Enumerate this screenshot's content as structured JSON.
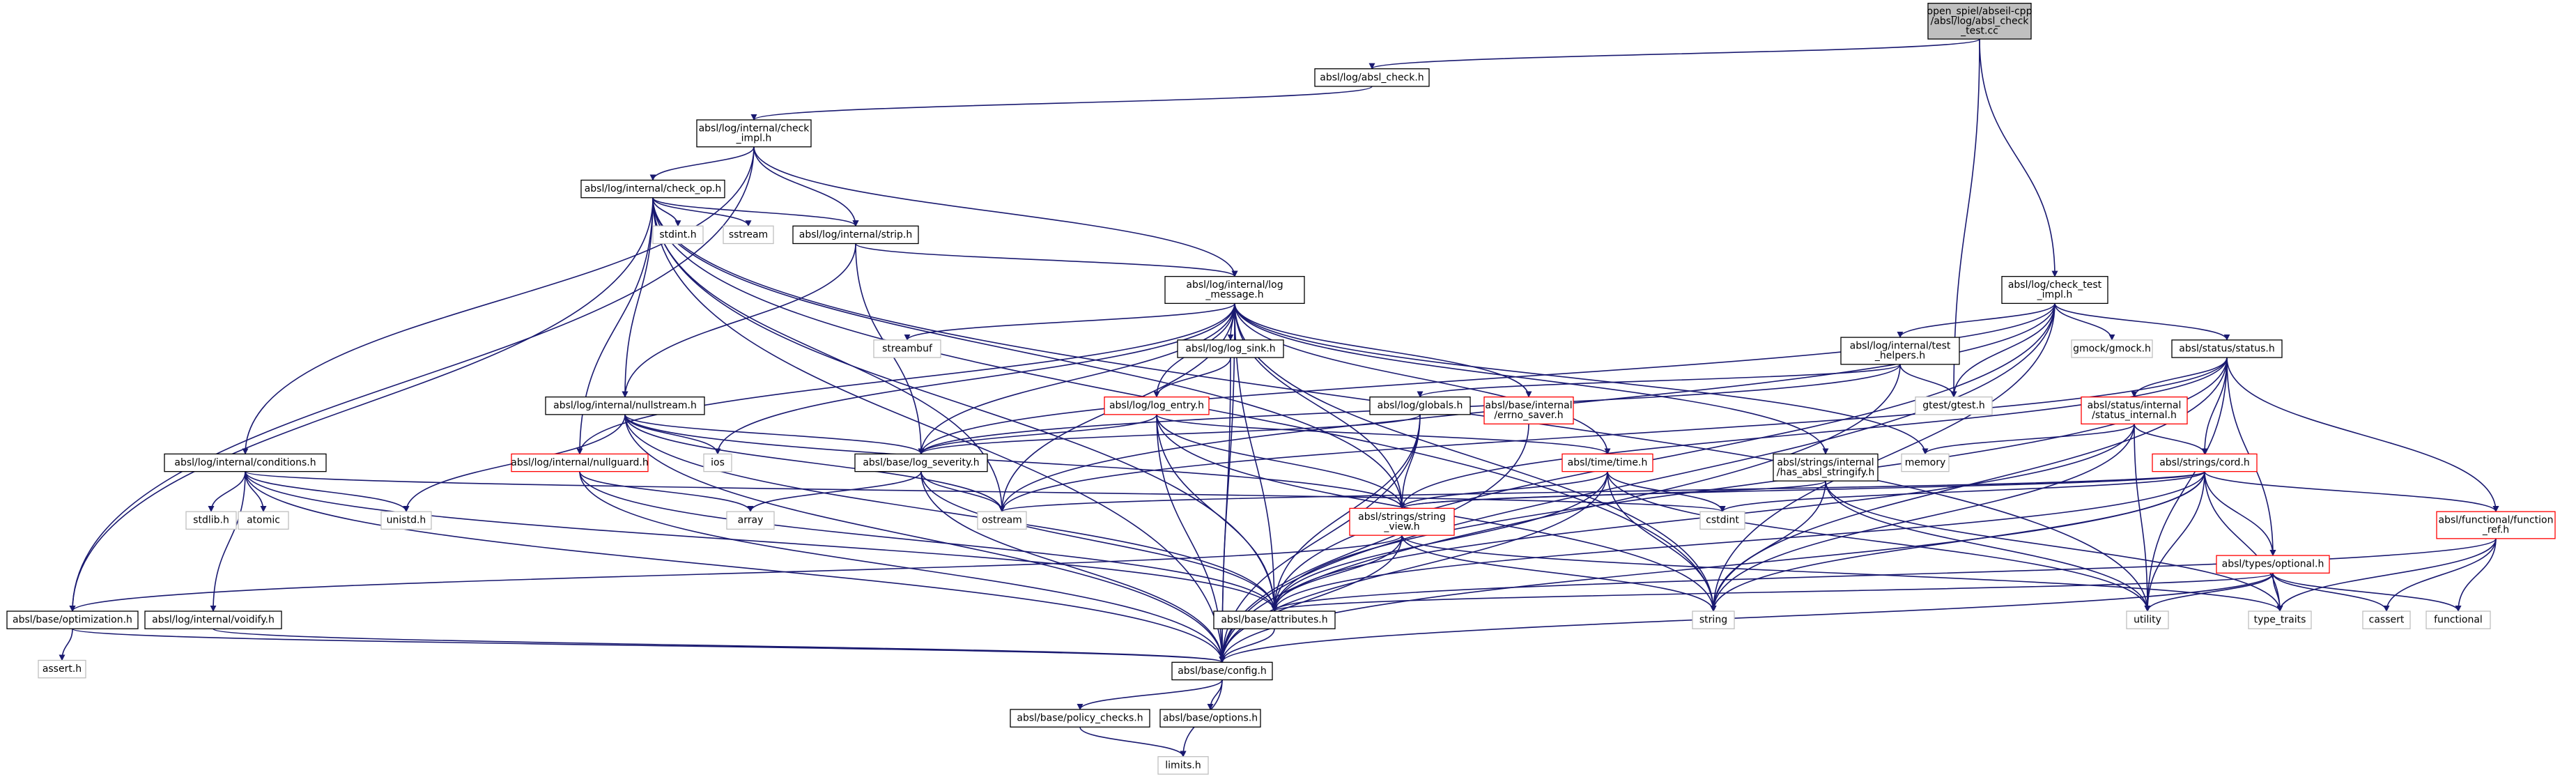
{
  "colors": {
    "edge": "#191970",
    "node_border_default": "#000000",
    "node_border_partial": "#ff0000",
    "node_border_external": "#bfbfbf",
    "root_fill": "#bfbfbf",
    "node_fill": "#ffffff"
  },
  "nodes": [
    {
      "id": "root",
      "lines": [
        "open_spiel/abseil-cpp",
        "/absl/log/absl_check",
        "_test.cc"
      ],
      "kind": "root"
    },
    {
      "id": "absl_check",
      "lines": [
        "absl/log/absl_check.h"
      ],
      "kind": "default"
    },
    {
      "id": "check_impl",
      "lines": [
        "absl/log/internal/check",
        "_impl.h"
      ],
      "kind": "default"
    },
    {
      "id": "check_op",
      "lines": [
        "absl/log/internal/check_op.h"
      ],
      "kind": "default"
    },
    {
      "id": "stdint",
      "lines": [
        "stdint.h"
      ],
      "kind": "external"
    },
    {
      "id": "sstream",
      "lines": [
        "sstream"
      ],
      "kind": "external"
    },
    {
      "id": "strip",
      "lines": [
        "absl/log/internal/strip.h"
      ],
      "kind": "default"
    },
    {
      "id": "log_message",
      "lines": [
        "absl/log/internal/log",
        "_message.h"
      ],
      "kind": "default"
    },
    {
      "id": "streambuf",
      "lines": [
        "streambuf"
      ],
      "kind": "external"
    },
    {
      "id": "log_sink",
      "lines": [
        "absl/log/log_sink.h"
      ],
      "kind": "default"
    },
    {
      "id": "log_entry",
      "lines": [
        "absl/log/log_entry.h"
      ],
      "kind": "partial"
    },
    {
      "id": "errno_saver",
      "lines": [
        "absl/base/internal",
        "/errno_saver.h"
      ],
      "kind": "partial"
    },
    {
      "id": "globals",
      "lines": [
        "absl/log/globals.h"
      ],
      "kind": "default"
    },
    {
      "id": "nullstream",
      "lines": [
        "absl/log/internal/nullstream.h"
      ],
      "kind": "default"
    },
    {
      "id": "nullguard",
      "lines": [
        "absl/log/internal/nullguard.h"
      ],
      "kind": "partial"
    },
    {
      "id": "ios",
      "lines": [
        "ios"
      ],
      "kind": "external"
    },
    {
      "id": "log_severity",
      "lines": [
        "absl/base/log_severity.h"
      ],
      "kind": "default"
    },
    {
      "id": "conditions",
      "lines": [
        "absl/log/internal/conditions.h"
      ],
      "kind": "default"
    },
    {
      "id": "stdlib",
      "lines": [
        "stdlib.h"
      ],
      "kind": "external"
    },
    {
      "id": "atomic",
      "lines": [
        "atomic"
      ],
      "kind": "external"
    },
    {
      "id": "unistd",
      "lines": [
        "unistd.h"
      ],
      "kind": "external"
    },
    {
      "id": "array",
      "lines": [
        "array"
      ],
      "kind": "external"
    },
    {
      "id": "ostream",
      "lines": [
        "ostream"
      ],
      "kind": "external"
    },
    {
      "id": "time",
      "lines": [
        "absl/time/time.h"
      ],
      "kind": "partial"
    },
    {
      "id": "has_stringify",
      "lines": [
        "absl/strings/internal",
        "/has_absl_stringify.h"
      ],
      "kind": "default"
    },
    {
      "id": "memory",
      "lines": [
        "memory"
      ],
      "kind": "external"
    },
    {
      "id": "string_view",
      "lines": [
        "absl/strings/string",
        "_view.h"
      ],
      "kind": "partial"
    },
    {
      "id": "cstdint",
      "lines": [
        "cstdint"
      ],
      "kind": "external"
    },
    {
      "id": "optimization",
      "lines": [
        "absl/base/optimization.h"
      ],
      "kind": "default"
    },
    {
      "id": "voidify",
      "lines": [
        "absl/log/internal/voidify.h"
      ],
      "kind": "default"
    },
    {
      "id": "assert",
      "lines": [
        "assert.h"
      ],
      "kind": "external"
    },
    {
      "id": "attributes",
      "lines": [
        "absl/base/attributes.h"
      ],
      "kind": "default"
    },
    {
      "id": "string",
      "lines": [
        "string"
      ],
      "kind": "external"
    },
    {
      "id": "config",
      "lines": [
        "absl/base/config.h"
      ],
      "kind": "default"
    },
    {
      "id": "policy_checks",
      "lines": [
        "absl/base/policy_checks.h"
      ],
      "kind": "default"
    },
    {
      "id": "options",
      "lines": [
        "absl/base/options.h"
      ],
      "kind": "default"
    },
    {
      "id": "limits",
      "lines": [
        "limits.h"
      ],
      "kind": "external"
    },
    {
      "id": "check_test_impl",
      "lines": [
        "absl/log/check_test",
        "_impl.h"
      ],
      "kind": "default"
    },
    {
      "id": "test_helpers",
      "lines": [
        "absl/log/internal/test",
        "_helpers.h"
      ],
      "kind": "default"
    },
    {
      "id": "gmock",
      "lines": [
        "gmock/gmock.h"
      ],
      "kind": "external"
    },
    {
      "id": "gtest",
      "lines": [
        "gtest/gtest.h"
      ],
      "kind": "external"
    },
    {
      "id": "status",
      "lines": [
        "absl/status/status.h"
      ],
      "kind": "default"
    },
    {
      "id": "status_internal",
      "lines": [
        "absl/status/internal",
        "/status_internal.h"
      ],
      "kind": "partial"
    },
    {
      "id": "cord",
      "lines": [
        "absl/strings/cord.h"
      ],
      "kind": "partial"
    },
    {
      "id": "optional",
      "lines": [
        "absl/types/optional.h"
      ],
      "kind": "partial"
    },
    {
      "id": "function_ref",
      "lines": [
        "absl/functional/function",
        "_ref.h"
      ],
      "kind": "partial"
    },
    {
      "id": "utility",
      "lines": [
        "utility"
      ],
      "kind": "external"
    },
    {
      "id": "type_traits",
      "lines": [
        "type_traits"
      ],
      "kind": "external"
    },
    {
      "id": "cassert",
      "lines": [
        "cassert"
      ],
      "kind": "external"
    },
    {
      "id": "functional",
      "lines": [
        "functional"
      ],
      "kind": "external"
    }
  ],
  "edges": [
    [
      "root",
      "absl_check"
    ],
    [
      "root",
      "gtest"
    ],
    [
      "root",
      "check_test_impl"
    ],
    [
      "absl_check",
      "check_impl"
    ],
    [
      "check_impl",
      "check_op"
    ],
    [
      "check_impl",
      "strip"
    ],
    [
      "check_impl",
      "conditions"
    ],
    [
      "check_impl",
      "optimization"
    ],
    [
      "check_impl",
      "log_message"
    ],
    [
      "check_op",
      "stdint"
    ],
    [
      "check_op",
      "sstream"
    ],
    [
      "check_op",
      "strip"
    ],
    [
      "check_op",
      "nullstream"
    ],
    [
      "check_op",
      "nullguard"
    ],
    [
      "check_op",
      "optimization"
    ],
    [
      "check_op",
      "attributes"
    ],
    [
      "check_op",
      "config"
    ],
    [
      "check_op",
      "ostream"
    ],
    [
      "check_op",
      "string"
    ],
    [
      "check_op",
      "string_view"
    ],
    [
      "check_op",
      "utility"
    ],
    [
      "strip",
      "log_message"
    ],
    [
      "strip",
      "nullstream"
    ],
    [
      "strip",
      "log_severity"
    ],
    [
      "log_message",
      "streambuf"
    ],
    [
      "log_message",
      "log_sink"
    ],
    [
      "log_message",
      "log_entry"
    ],
    [
      "log_message",
      "errno_saver"
    ],
    [
      "log_message",
      "nullguard"
    ],
    [
      "log_message",
      "ios"
    ],
    [
      "log_message",
      "log_severity"
    ],
    [
      "log_message",
      "ostream"
    ],
    [
      "log_message",
      "time"
    ],
    [
      "log_message",
      "has_stringify"
    ],
    [
      "log_message",
      "memory"
    ],
    [
      "log_message",
      "string_view"
    ],
    [
      "log_message",
      "attributes"
    ],
    [
      "log_message",
      "config"
    ],
    [
      "log_message",
      "string"
    ],
    [
      "log_sink",
      "log_entry"
    ],
    [
      "log_sink",
      "config"
    ],
    [
      "log_entry",
      "log_severity"
    ],
    [
      "log_entry",
      "string_view"
    ],
    [
      "log_entry",
      "attributes"
    ],
    [
      "log_entry",
      "config"
    ],
    [
      "log_entry",
      "time"
    ],
    [
      "log_entry",
      "string"
    ],
    [
      "errno_saver",
      "config"
    ],
    [
      "globals",
      "log_severity"
    ],
    [
      "globals",
      "string_view"
    ],
    [
      "globals",
      "attributes"
    ],
    [
      "globals",
      "config"
    ],
    [
      "nullstream",
      "ios"
    ],
    [
      "nullstream",
      "ostream"
    ],
    [
      "nullstream",
      "log_severity"
    ],
    [
      "nullstream",
      "unistd"
    ],
    [
      "nullstream",
      "attributes"
    ],
    [
      "nullstream",
      "config"
    ],
    [
      "nullstream",
      "string_view"
    ],
    [
      "nullguard",
      "array"
    ],
    [
      "nullguard",
      "attributes"
    ],
    [
      "nullguard",
      "config"
    ],
    [
      "log_severity",
      "array"
    ],
    [
      "log_severity",
      "ostream"
    ],
    [
      "log_severity",
      "attributes"
    ],
    [
      "log_severity",
      "config"
    ],
    [
      "conditions",
      "stdlib"
    ],
    [
      "conditions",
      "atomic"
    ],
    [
      "conditions",
      "unistd"
    ],
    [
      "conditions",
      "voidify"
    ],
    [
      "conditions",
      "attributes"
    ],
    [
      "conditions",
      "config"
    ],
    [
      "conditions",
      "cstdint"
    ],
    [
      "time",
      "string_view"
    ],
    [
      "time",
      "cstdint"
    ],
    [
      "time",
      "string"
    ],
    [
      "time",
      "attributes"
    ],
    [
      "time",
      "config"
    ],
    [
      "time",
      "utility"
    ],
    [
      "has_stringify",
      "string_view"
    ],
    [
      "has_stringify",
      "string"
    ],
    [
      "has_stringify",
      "type_traits"
    ],
    [
      "has_stringify",
      "utility"
    ],
    [
      "string_view",
      "optimization"
    ],
    [
      "string_view",
      "attributes"
    ],
    [
      "string_view",
      "config"
    ],
    [
      "string_view",
      "string"
    ],
    [
      "string_view",
      "type_traits"
    ],
    [
      "optimization",
      "assert"
    ],
    [
      "optimization",
      "config"
    ],
    [
      "voidify",
      "config"
    ],
    [
      "attributes",
      "config"
    ],
    [
      "config",
      "policy_checks"
    ],
    [
      "config",
      "options"
    ],
    [
      "config",
      "limits"
    ],
    [
      "policy_checks",
      "limits"
    ],
    [
      "check_test_impl",
      "test_helpers"
    ],
    [
      "check_test_impl",
      "gmock"
    ],
    [
      "check_test_impl",
      "gtest"
    ],
    [
      "check_test_impl",
      "status"
    ],
    [
      "check_test_impl",
      "log_severity"
    ],
    [
      "check_test_impl",
      "attributes"
    ],
    [
      "check_test_impl",
      "config"
    ],
    [
      "check_test_impl",
      "string"
    ],
    [
      "check_test_impl",
      "ostream"
    ],
    [
      "test_helpers",
      "gtest"
    ],
    [
      "test_helpers",
      "globals"
    ],
    [
      "test_helpers",
      "log_severity"
    ],
    [
      "test_helpers",
      "config"
    ],
    [
      "status",
      "status_internal"
    ],
    [
      "status",
      "cord"
    ],
    [
      "status",
      "optional"
    ],
    [
      "status",
      "function_ref"
    ],
    [
      "status",
      "string_view"
    ],
    [
      "status",
      "ostream"
    ],
    [
      "status",
      "string"
    ],
    [
      "status",
      "utility"
    ],
    [
      "status",
      "attributes"
    ],
    [
      "status_internal",
      "cord"
    ],
    [
      "status_internal",
      "memory"
    ],
    [
      "status_internal",
      "string"
    ],
    [
      "status_internal",
      "utility"
    ],
    [
      "status_internal",
      "attributes"
    ],
    [
      "cord",
      "function_ref"
    ],
    [
      "cord",
      "optional"
    ],
    [
      "cord",
      "string_view"
    ],
    [
      "cord",
      "attributes"
    ],
    [
      "cord",
      "config"
    ],
    [
      "cord",
      "cstdint"
    ],
    [
      "cord",
      "ostream"
    ],
    [
      "cord",
      "string"
    ],
    [
      "cord",
      "type_traits"
    ],
    [
      "cord",
      "utility"
    ],
    [
      "optional",
      "attributes"
    ],
    [
      "optional",
      "config"
    ],
    [
      "optional",
      "utility"
    ],
    [
      "optional",
      "type_traits"
    ],
    [
      "optional",
      "cassert"
    ],
    [
      "optional",
      "functional"
    ],
    [
      "function_ref",
      "cassert"
    ],
    [
      "function_ref",
      "functional"
    ],
    [
      "function_ref",
      "type_traits"
    ],
    [
      "function_ref",
      "attributes"
    ]
  ]
}
